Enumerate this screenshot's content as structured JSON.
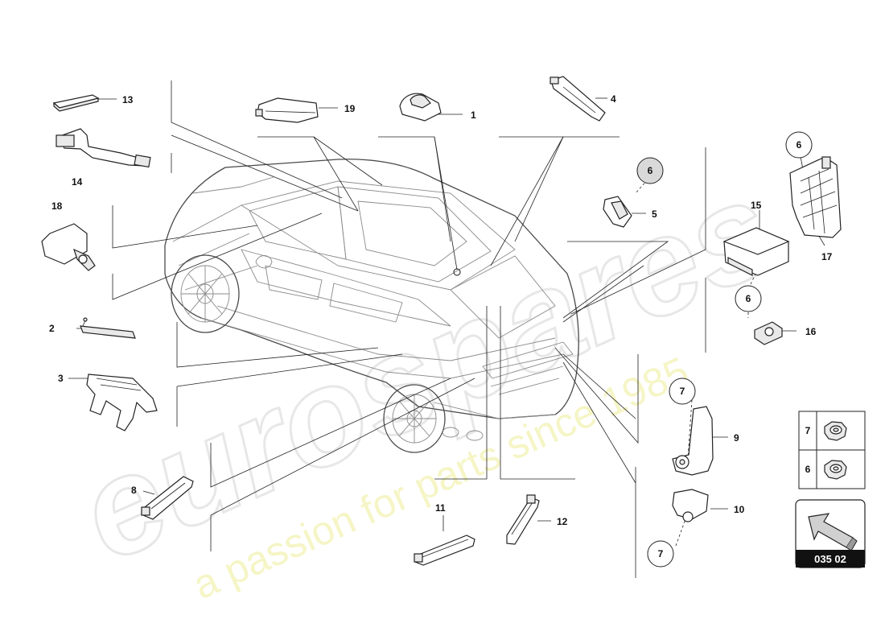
{
  "watermark": {
    "brand": "eurospares",
    "tagline": "a passion for parts since 1985"
  },
  "page_ref": "035 02",
  "callouts": {
    "c1": "1",
    "c2": "2",
    "c3": "3",
    "c4": "4",
    "c5": "5",
    "c6a": "6",
    "c6b": "6",
    "c6c": "6",
    "c7a": "7",
    "c7b": "7",
    "c8": "8",
    "c9": "9",
    "c10": "10",
    "c11": "11",
    "c12": "12",
    "c13": "13",
    "c14": "14",
    "c15": "15",
    "c16": "16",
    "c17": "17",
    "c18": "18",
    "c19": "19"
  },
  "legend": [
    {
      "label": "7"
    },
    {
      "label": "6"
    }
  ]
}
